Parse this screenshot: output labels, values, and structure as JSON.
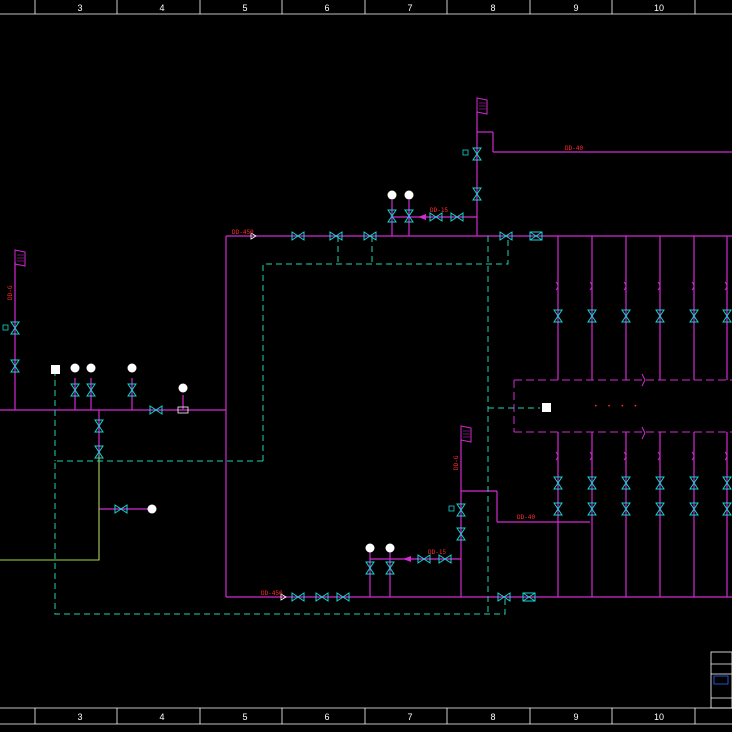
{
  "grid": {
    "top_numbers": [
      "3",
      "4",
      "5",
      "6",
      "7",
      "8",
      "9",
      "10"
    ],
    "bottom_numbers": [
      "3",
      "4",
      "5",
      "6",
      "7",
      "8",
      "9",
      "10"
    ]
  },
  "labels": {
    "upper_main": "DD-450",
    "lower_main": "DD-450",
    "upper_branch": "DD-15",
    "lower_branch": "DD-15",
    "top_right": "DD-40",
    "lower_right": "DD-40",
    "left_vertical": "DD-G",
    "mid_vertical": "DD-G"
  },
  "colors": {
    "pipe": "#d32ad3",
    "instrument": "#19d4d4",
    "signal": "#1fd3b0",
    "text": "#ff2a2a",
    "grid": "#ffffff"
  }
}
